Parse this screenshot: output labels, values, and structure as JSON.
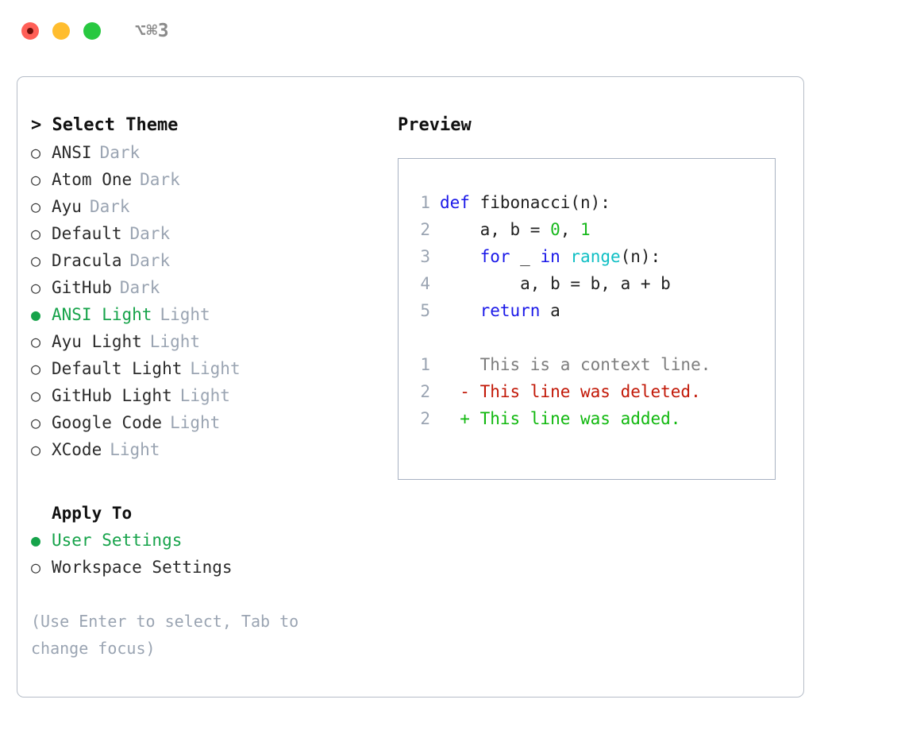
{
  "titlebar": {
    "shortcut": "⌥⌘3",
    "buttons": [
      {
        "name": "close",
        "color": "#ff5f57"
      },
      {
        "name": "minimize",
        "color": "#ffbd2e"
      },
      {
        "name": "maximize",
        "color": "#28c840"
      }
    ]
  },
  "theme_picker": {
    "heading": "> Select Theme",
    "marker_selected": "●",
    "marker_unselected": "○",
    "items": [
      {
        "label": "ANSI",
        "suffix": "Dark",
        "selected": false
      },
      {
        "label": "Atom One",
        "suffix": "Dark",
        "selected": false
      },
      {
        "label": "Ayu",
        "suffix": "Dark",
        "selected": false
      },
      {
        "label": "Default",
        "suffix": "Dark",
        "selected": false
      },
      {
        "label": "Dracula",
        "suffix": "Dark",
        "selected": false
      },
      {
        "label": "GitHub",
        "suffix": "Dark",
        "selected": false
      },
      {
        "label": "ANSI Light",
        "suffix": "Light",
        "selected": true
      },
      {
        "label": "Ayu Light",
        "suffix": "Light",
        "selected": false
      },
      {
        "label": "Default Light",
        "suffix": "Light",
        "selected": false
      },
      {
        "label": "GitHub Light",
        "suffix": "Light",
        "selected": false
      },
      {
        "label": "Google Code",
        "suffix": "Light",
        "selected": false
      },
      {
        "label": "XCode",
        "suffix": "Light",
        "selected": false
      }
    ]
  },
  "apply_to": {
    "heading": "Apply To",
    "items": [
      {
        "label": "User Settings",
        "selected": true
      },
      {
        "label": "Workspace Settings",
        "selected": false
      }
    ]
  },
  "hint": "(Use Enter to select, Tab to change focus)",
  "preview": {
    "heading": "Preview",
    "code_lines": [
      {
        "number": "1",
        "tokens": [
          {
            "text": "def ",
            "kind": "kw"
          },
          {
            "text": "fibonacci(n):",
            "kind": "plain"
          }
        ]
      },
      {
        "number": "2",
        "tokens": [
          {
            "text": "    a, b = ",
            "kind": "plain"
          },
          {
            "text": "0",
            "kind": "num"
          },
          {
            "text": ", ",
            "kind": "plain"
          },
          {
            "text": "1",
            "kind": "num"
          }
        ]
      },
      {
        "number": "3",
        "tokens": [
          {
            "text": "    ",
            "kind": "plain"
          },
          {
            "text": "for",
            "kind": "kw"
          },
          {
            "text": " _ ",
            "kind": "plain"
          },
          {
            "text": "in",
            "kind": "kw"
          },
          {
            "text": " ",
            "kind": "plain"
          },
          {
            "text": "range",
            "kind": "fn"
          },
          {
            "text": "(n):",
            "kind": "plain"
          }
        ]
      },
      {
        "number": "4",
        "tokens": [
          {
            "text": "        a, b = b, a + b",
            "kind": "plain"
          }
        ]
      },
      {
        "number": "5",
        "tokens": [
          {
            "text": "    ",
            "kind": "plain"
          },
          {
            "text": "return",
            "kind": "kw"
          },
          {
            "text": " a",
            "kind": "plain"
          }
        ]
      }
    ],
    "diff_lines": [
      {
        "number": "1",
        "sign": " ",
        "text": "This is a context line.",
        "kind": "ctx"
      },
      {
        "number": "2",
        "sign": "-",
        "text": "This line was deleted.",
        "kind": "del"
      },
      {
        "number": "2",
        "sign": "+",
        "text": "This line was added.",
        "kind": "add"
      }
    ]
  },
  "colors": {
    "accent_green": "#16a34a",
    "muted": "#9aa4b2",
    "keyword": "#1a18e8",
    "function": "#0fbfc4",
    "number": "#17b81c",
    "diff_added": "#11b80f",
    "diff_deleted": "#c21807",
    "panel_border": "#b6bdc8",
    "preview_border": "#a8b2c2"
  }
}
